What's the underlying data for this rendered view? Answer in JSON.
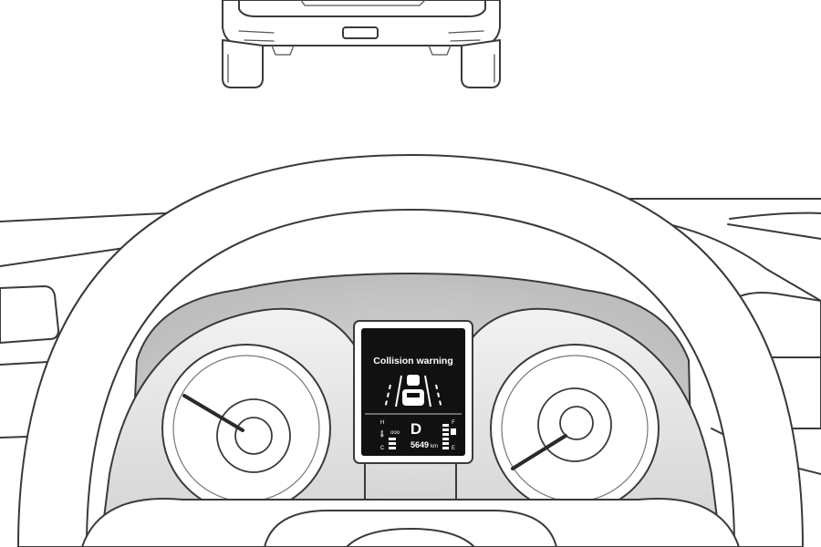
{
  "display": {
    "warning_text": "Collision warning",
    "gear": "D",
    "odometer_value": "5649",
    "odometer_unit": "km",
    "temp_high_label": "H",
    "temp_low_label": "C",
    "fuel_full_label": "F",
    "fuel_empty_label": "E",
    "mode_indicator": "ooo"
  },
  "colors": {
    "display_background": "#111111",
    "gauge_panel_gray": "#c9c9c9",
    "outline": "#3a3a3a"
  }
}
